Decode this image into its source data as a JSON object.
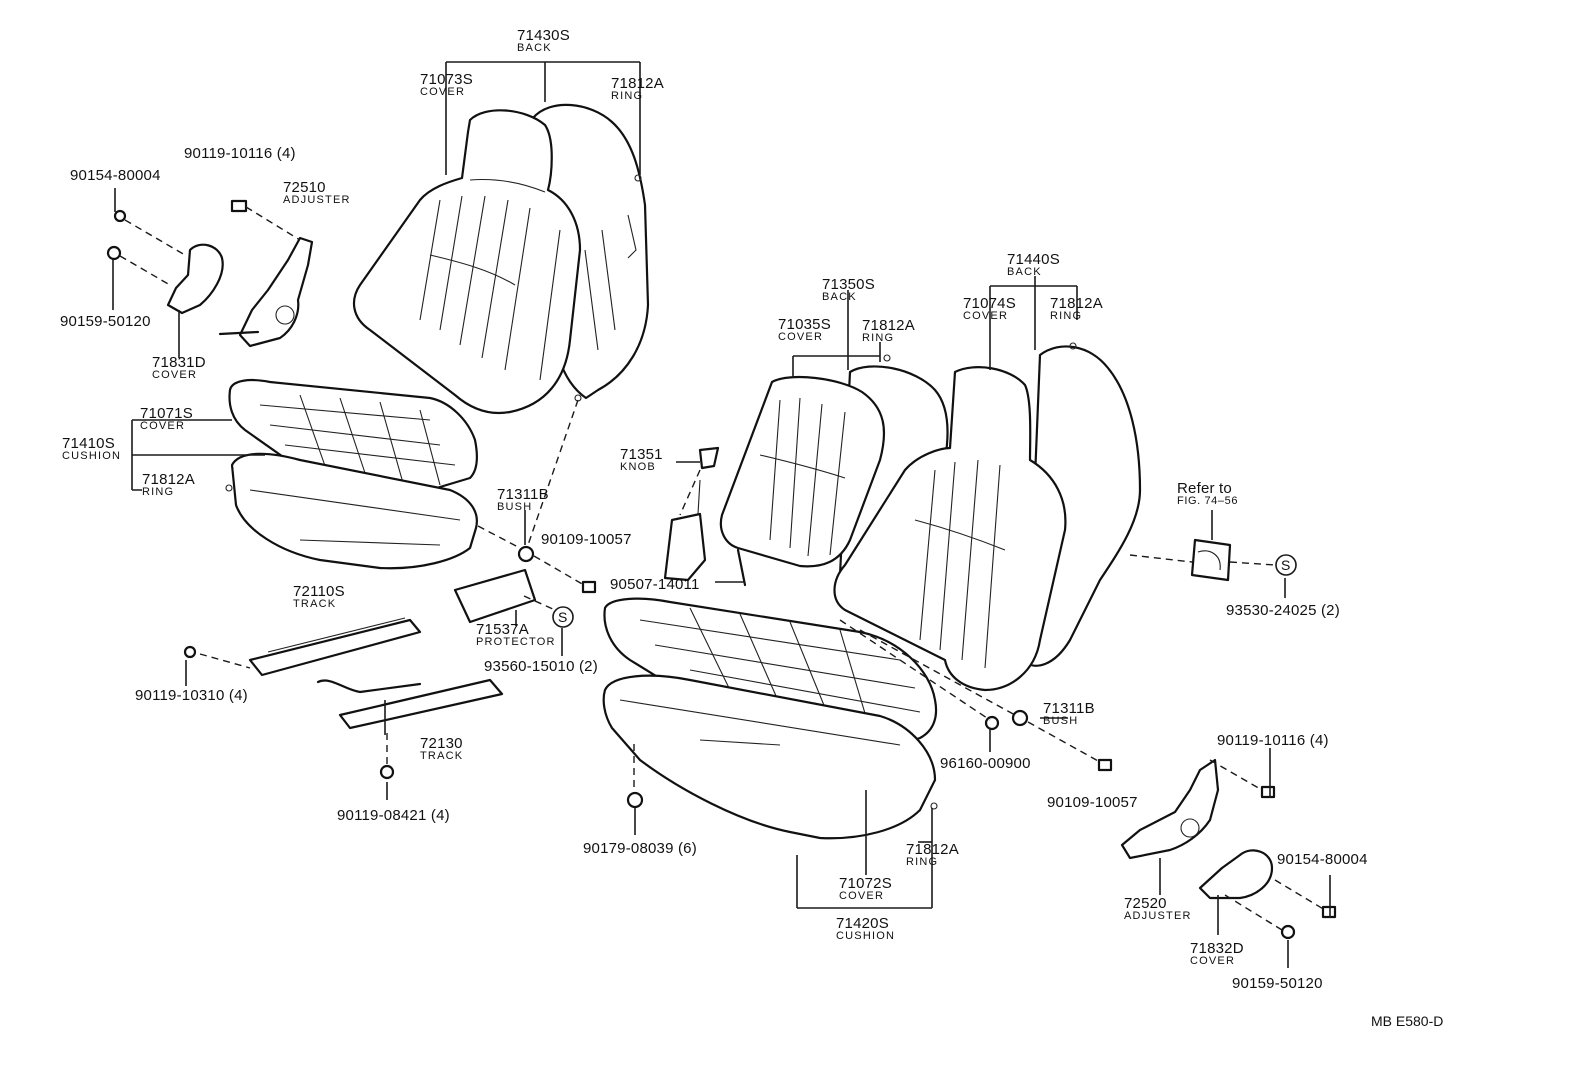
{
  "labels": [
    {
      "id": "71430S",
      "name": "71430S",
      "sub": "BACK"
    },
    {
      "id": "71073S",
      "name": "71073S",
      "sub": "COVER"
    },
    {
      "id": "71812A_1",
      "name": "71812A",
      "sub": "RING"
    },
    {
      "id": "90119-10116_a",
      "name": "90119-10116 (4)",
      "sub": ""
    },
    {
      "id": "90154-80004_a",
      "name": "90154-80004",
      "sub": ""
    },
    {
      "id": "72510",
      "name": "72510",
      "sub": "ADJUSTER"
    },
    {
      "id": "90159-50120_a",
      "name": "90159-50120",
      "sub": ""
    },
    {
      "id": "71831D",
      "name": "71831D",
      "sub": "COVER"
    },
    {
      "id": "71071S",
      "name": "71071S",
      "sub": "COVER"
    },
    {
      "id": "71410S",
      "name": "71410S",
      "sub": "CUSHION"
    },
    {
      "id": "71812A_2",
      "name": "71812A",
      "sub": "RING"
    },
    {
      "id": "71311B_1",
      "name": "71311B",
      "sub": "BUSH"
    },
    {
      "id": "90109-10057_a",
      "name": "90109-10057",
      "sub": ""
    },
    {
      "id": "72110S",
      "name": "72110S",
      "sub": "TRACK"
    },
    {
      "id": "71537A",
      "name": "71537A",
      "sub": "PROTECTOR"
    },
    {
      "id": "93560-15010",
      "name": "93560-15010 (2)",
      "sub": ""
    },
    {
      "id": "90119-10310",
      "name": "90119-10310 (4)",
      "sub": ""
    },
    {
      "id": "72130",
      "name": "72130",
      "sub": "TRACK"
    },
    {
      "id": "90119-08421",
      "name": "90119-08421 (4)",
      "sub": ""
    },
    {
      "id": "71350S",
      "name": "71350S",
      "sub": "BACK"
    },
    {
      "id": "71035S",
      "name": "71035S",
      "sub": "COVER"
    },
    {
      "id": "71812A_3",
      "name": "71812A",
      "sub": "RING"
    },
    {
      "id": "71440S",
      "name": "71440S",
      "sub": "BACK"
    },
    {
      "id": "71074S",
      "name": "71074S",
      "sub": "COVER"
    },
    {
      "id": "71812A_4",
      "name": "71812A",
      "sub": "RING"
    },
    {
      "id": "71351",
      "name": "71351",
      "sub": "KNOB"
    },
    {
      "id": "90507-14011",
      "name": "90507-14011",
      "sub": ""
    },
    {
      "id": "refer",
      "name": "Refer to",
      "sub": "FIG. 74–56"
    },
    {
      "id": "93530-24025",
      "name": "93530-24025 (2)",
      "sub": ""
    },
    {
      "id": "71311B_2",
      "name": "71311B",
      "sub": "BUSH"
    },
    {
      "id": "96160-00900",
      "name": "96160-00900",
      "sub": ""
    },
    {
      "id": "90109-10057_b",
      "name": "90109-10057",
      "sub": ""
    },
    {
      "id": "90119-10116_b",
      "name": "90119-10116 (4)",
      "sub": ""
    },
    {
      "id": "90179-08039",
      "name": "90179-08039 (6)",
      "sub": ""
    },
    {
      "id": "71812A_5",
      "name": "71812A",
      "sub": "RING"
    },
    {
      "id": "71072S",
      "name": "71072S",
      "sub": "COVER"
    },
    {
      "id": "71420S",
      "name": "71420S",
      "sub": "CUSHION"
    },
    {
      "id": "90154-80004_b",
      "name": "90154-80004",
      "sub": ""
    },
    {
      "id": "72520",
      "name": "72520",
      "sub": "ADJUSTER"
    },
    {
      "id": "71832D",
      "name": "71832D",
      "sub": "COVER"
    },
    {
      "id": "90159-50120_b",
      "name": "90159-50120",
      "sub": ""
    }
  ],
  "symbols": {
    "s1": "S",
    "s2": "S"
  },
  "footer": {
    "code": "MB E580-D"
  }
}
